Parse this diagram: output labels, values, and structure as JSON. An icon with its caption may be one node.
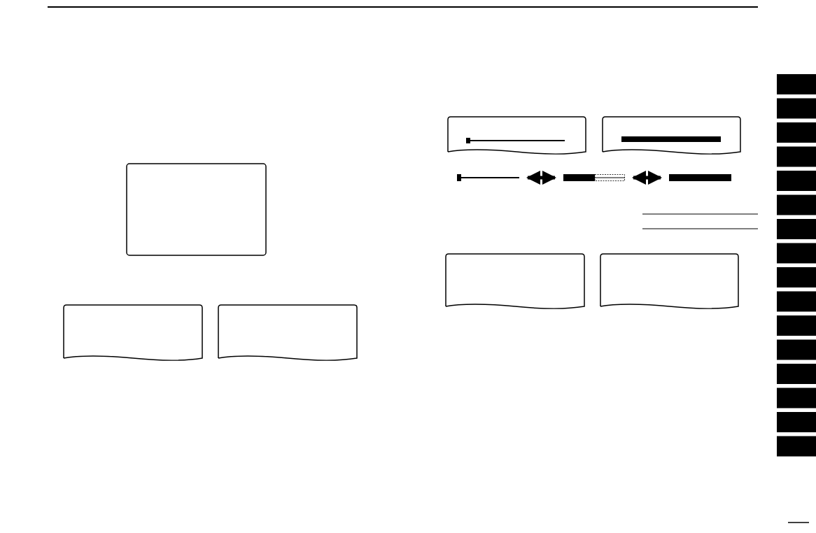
{
  "diagram": {
    "nodes": [
      {
        "text": [],
        "shape": "bar"
      },
      {
        "text": [],
        "shape": "bar"
      },
      {
        "text": [],
        "shape": "bar"
      }
    ],
    "edges": [
      {
        "from": 0,
        "to": 1,
        "arrow": "both"
      },
      {
        "from": 1,
        "to": 2,
        "arrow": "both"
      }
    ]
  }
}
